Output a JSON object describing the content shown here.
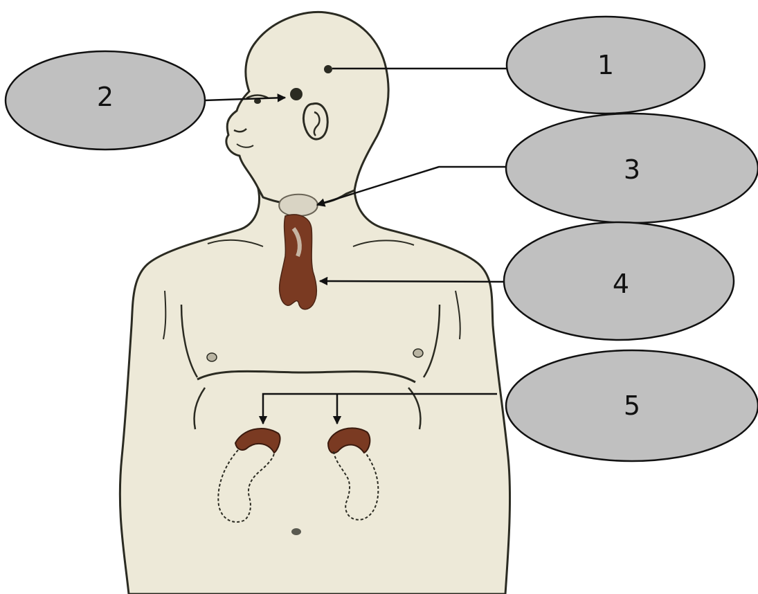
{
  "diagram": {
    "labels": [
      "1",
      "2",
      "3",
      "4",
      "5"
    ]
  },
  "colors": {
    "background": "#ffffff",
    "skin": "#ede9d8",
    "outline": "#2b2b22",
    "gland": "#7a3a22",
    "gland_light": "#d9d4c4",
    "bubble_fill": "#c0c0c0",
    "bubble_stroke": "#111111",
    "pointer": "#111111"
  },
  "icons": {
    "figure": "human-torso-endocrine-icon"
  }
}
